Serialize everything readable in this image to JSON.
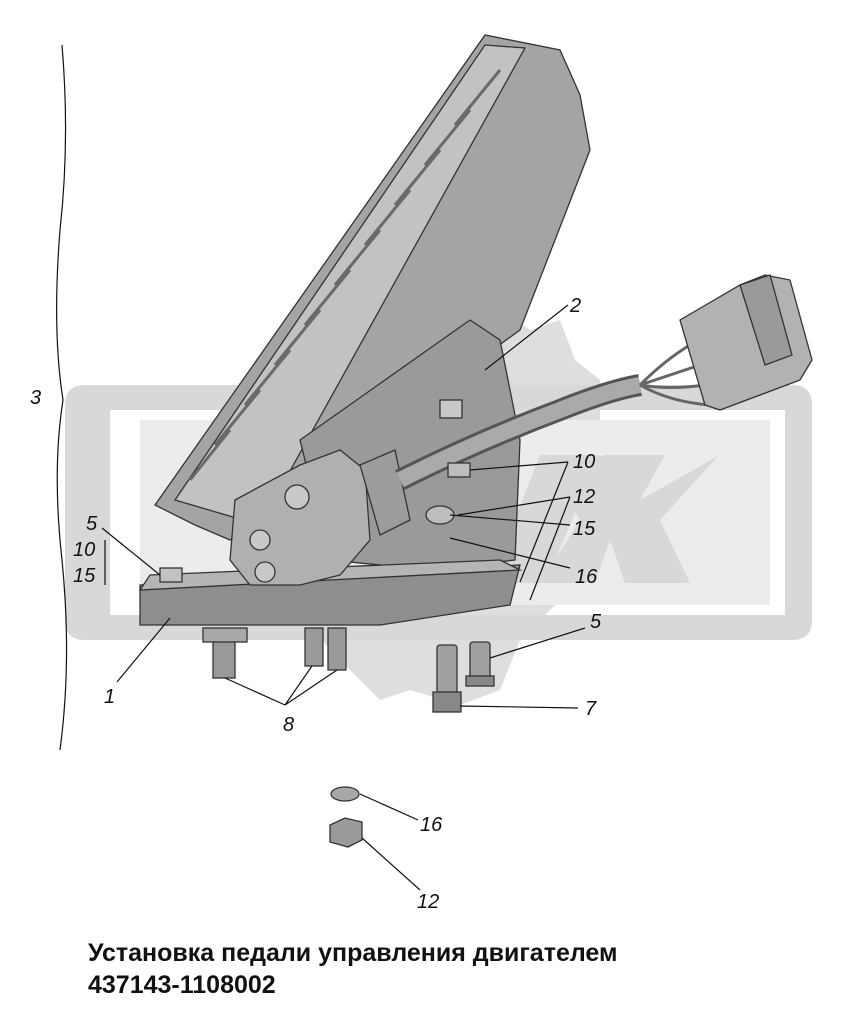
{
  "callouts": {
    "c1": "1",
    "c2": "2",
    "c3": "3",
    "c5_left": "5",
    "c10_left": "10",
    "c15_left": "15",
    "c10_right": "10",
    "c12_right": "12",
    "c15_right": "15",
    "c16_right": "16",
    "c5_bolt": "5",
    "c7": "7",
    "c8": "8",
    "c16_washer": "16",
    "c12_nut": "12"
  },
  "caption": {
    "line1": "Установка педали управления двигателем",
    "line2": "437143-1108002"
  },
  "colors": {
    "watermark": "#d8d8d8",
    "part_fill": "#a4a4a4",
    "part_dark": "#7e7e7e",
    "part_light": "#c2c2c2",
    "outline": "#333333"
  },
  "icons": {
    "watermark": "maz-logo-watermark"
  }
}
